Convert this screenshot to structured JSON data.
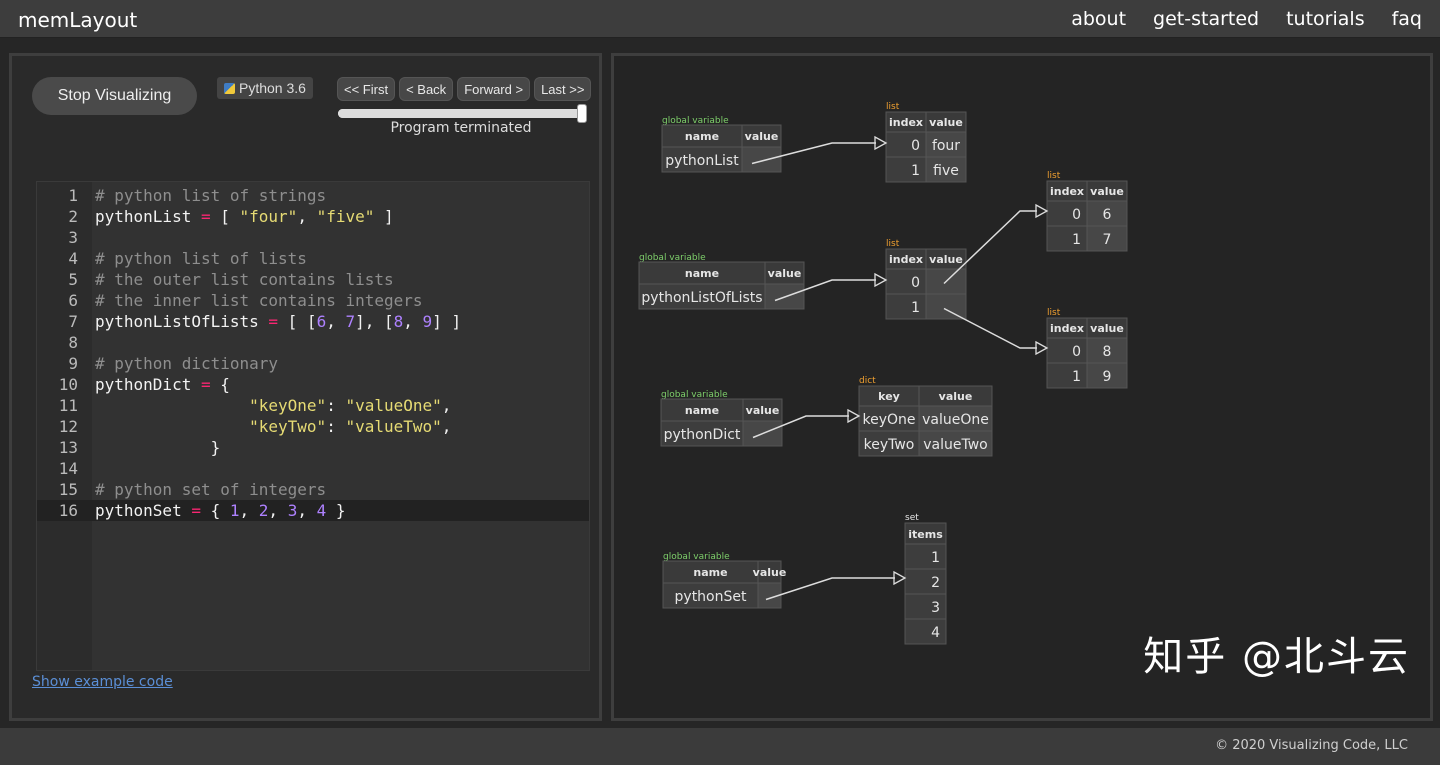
{
  "header": {
    "brand": "memLayout",
    "nav": [
      "about",
      "get-started",
      "tutorials",
      "faq"
    ]
  },
  "controls": {
    "stop_label": "Stop Visualizing",
    "python_version": "Python 3.6",
    "nav_buttons": [
      "<< First",
      "< Back",
      "Forward >",
      "Last >>"
    ],
    "status": "Program terminated",
    "step_progress": 1.0
  },
  "code": {
    "lines": [
      "# python list of strings",
      "pythonList = [ \"four\", \"five\" ]",
      "",
      "# python list of lists",
      "# the outer list contains lists",
      "# the inner list contains integers",
      "pythonListOfLists = [ [6, 7], [8, 9] ]",
      "",
      "# python dictionary",
      "pythonDict = {",
      "                \"keyOne\": \"valueOne\",",
      "                \"keyTwo\": \"valueTwo\",",
      "            }",
      "",
      "# python set of integers",
      "pythonSet = { 1, 2, 3, 4 }"
    ],
    "active_line": 16,
    "show_example_label": "Show example code"
  },
  "viz": {
    "globals_label": "global variable",
    "name_header": "name",
    "value_header": "value",
    "index_header": "index",
    "key_header": "key",
    "items_header": "items",
    "list_label": "list",
    "dict_label": "dict",
    "set_label": "set",
    "variables": [
      "pythonList",
      "pythonListOfLists",
      "pythonDict",
      "pythonSet"
    ],
    "pythonList": {
      "indices": [
        "0",
        "1"
      ],
      "values": [
        "four",
        "five"
      ]
    },
    "outer_list": {
      "indices": [
        "0",
        "1"
      ]
    },
    "inner_list_a": {
      "indices": [
        "0",
        "1"
      ],
      "values": [
        "6",
        "7"
      ]
    },
    "inner_list_b": {
      "indices": [
        "0",
        "1"
      ],
      "values": [
        "8",
        "9"
      ]
    },
    "dict": {
      "keys": [
        "keyOne",
        "keyTwo"
      ],
      "values": [
        "valueOne",
        "valueTwo"
      ]
    },
    "set": {
      "items": [
        "1",
        "2",
        "3",
        "4"
      ]
    }
  },
  "watermark": "知乎 @北斗云",
  "footer": {
    "copyright": "© 2020 Visualizing Code, LLC"
  }
}
